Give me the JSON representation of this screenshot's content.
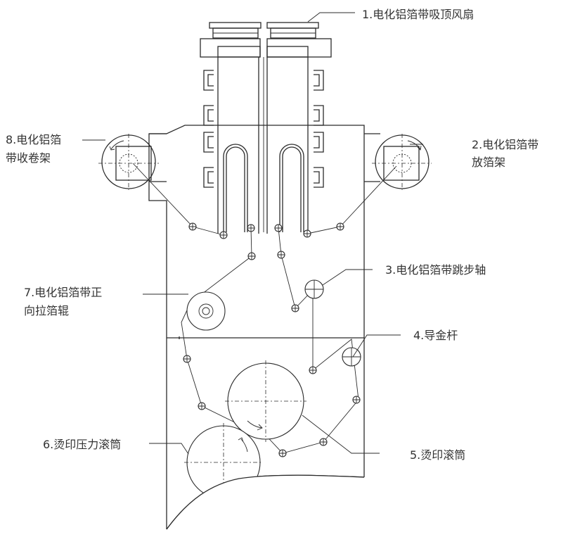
{
  "labels": {
    "fan": "1.电化铝箔带吸顶风扇",
    "unwind_l1": "2.电化铝箔带",
    "unwind_l2": "放箔架",
    "step_shaft": "3.电化铝箔带跳步轴",
    "guide_bar": "4.导金杆",
    "stamp_drum": "5.烫印滚筒",
    "pressure_drum": "6.烫印压力滚筒",
    "pull_l1": "7.电化铝箔带正",
    "pull_l2": "向拉箔辊",
    "rewind_l1": "8.电化铝箔",
    "rewind_l2": "带收卷架"
  },
  "colors": {
    "line": "#2b2b2b",
    "text": "#333333",
    "background": "#ffffff"
  }
}
